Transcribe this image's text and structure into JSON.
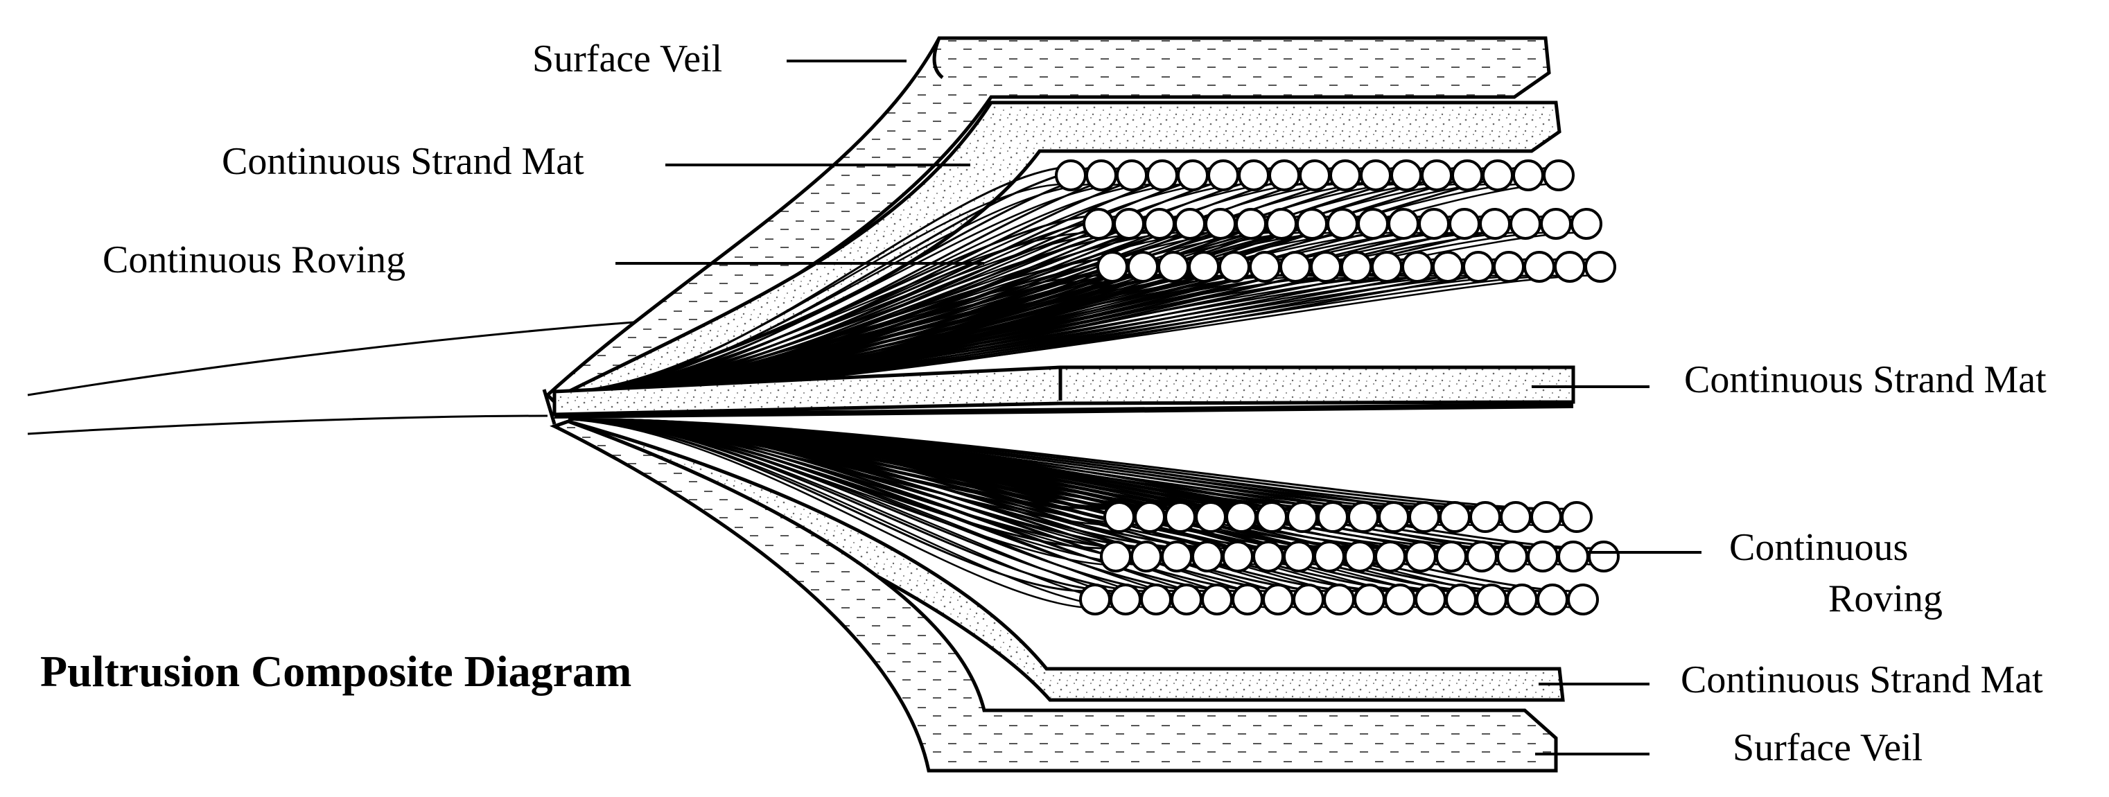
{
  "title": "Pultrusion Composite Diagram",
  "labels": {
    "surface_veil_top": "Surface Veil",
    "strand_mat_top": "Continuous Strand Mat",
    "roving_top": "Continuous Roving",
    "strand_mat_middle": "Continuous Strand Mat",
    "roving_bottom_line1": "Continuous",
    "roving_bottom_line2": "Roving",
    "strand_mat_bottom": "Continuous Strand Mat",
    "surface_veil_bottom": "Surface Veil"
  }
}
